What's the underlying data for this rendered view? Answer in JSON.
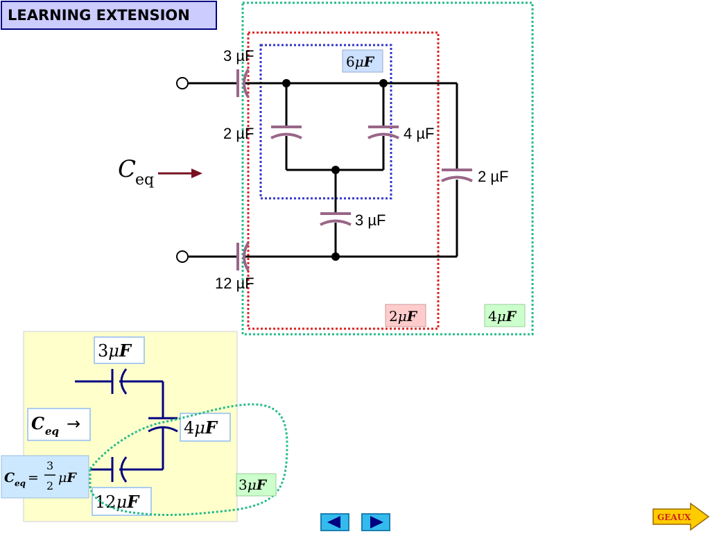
{
  "header": {
    "title": "LEARNING EXTENSION"
  },
  "circuit": {
    "cap_top_left": "3 µF",
    "cap_left_mid": "2 µF",
    "cap_right_mid": "4 µF",
    "cap_center_bottom": "3 µF",
    "cap_far_right": "2 µF",
    "cap_bottom_left": "12 µF",
    "ceq_main": "C",
    "ceq_sub": "eq",
    "box_blue": {
      "num": "6",
      "mu": "μ",
      "unit": "F"
    },
    "box_red": {
      "num": "2",
      "mu": "μ",
      "unit": "F"
    },
    "box_green": {
      "num": "4",
      "mu": "μ",
      "unit": "F"
    }
  },
  "simplified": {
    "cap_top": {
      "num": "3",
      "mu": "μ",
      "unit": "F"
    },
    "cap_mid": {
      "num": "4",
      "mu": "μ",
      "unit": "F"
    },
    "cap_bottom": {
      "num": "12",
      "mu": "μ",
      "unit": "F"
    },
    "ceq_label": {
      "c": "C",
      "sub": "eq",
      "arrow": "→"
    },
    "combined": {
      "num": "3",
      "mu": "μ",
      "unit": "F"
    },
    "result": {
      "c": "C",
      "sub": "eq",
      "eq": "=",
      "num": "3",
      "den": "2",
      "mu": "μ",
      "unit": "F"
    }
  },
  "colors": {
    "blue_box": "#3333cc",
    "red_box": "#dd2222",
    "green_box": "#22bb88",
    "capacitor": "#996688",
    "panel": "#ffffcc",
    "nav": "#33bbee",
    "geaux": "#ffcc00"
  },
  "nav": {
    "prev_icon": "triangle-left",
    "next_icon": "triangle-right",
    "geaux_label": "GEAUX"
  }
}
